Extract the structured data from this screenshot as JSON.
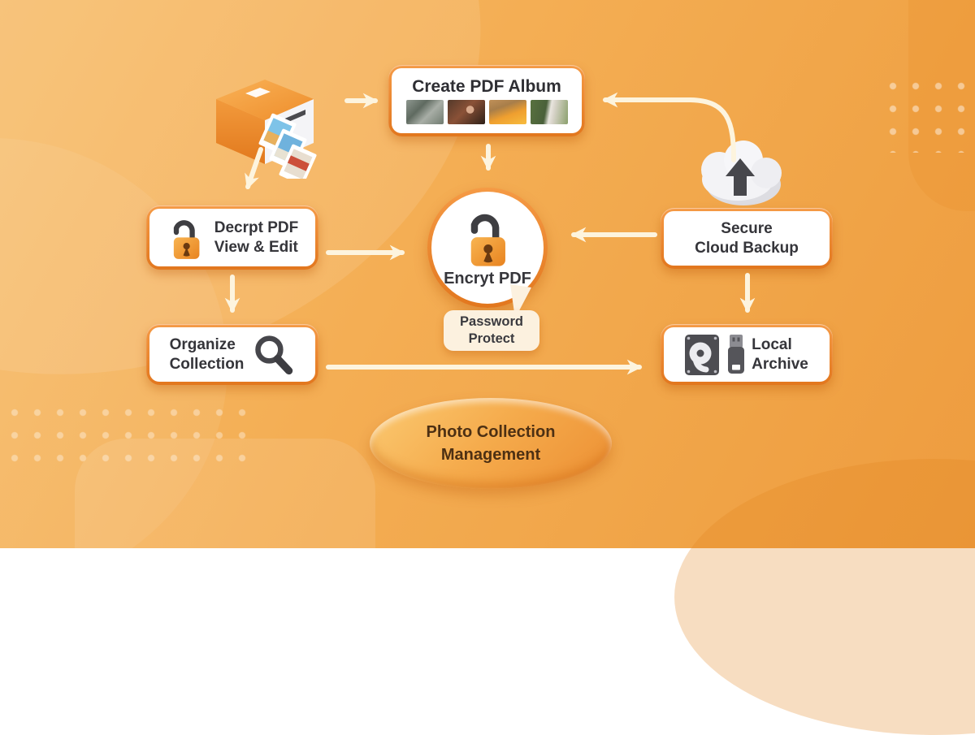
{
  "background": {
    "base_color": "#f3ab52",
    "accent_light": "#f9c887",
    "accent_dark": "#e98f2e"
  },
  "colors": {
    "box_border_orange": "#e9832b",
    "arrow_cream": "#fdf4de",
    "text_dark": "#36363b",
    "lock_body_orange": "#f0973a",
    "ellipse_text_brown": "#4d3013",
    "tooltip_cream": "#fcf1df"
  },
  "nodes": {
    "printer": {
      "icon": "printer-photos-icon"
    },
    "create_pdf_album": {
      "label": "Create PDF Album",
      "thumbnails": [
        "gallery-wall-photo",
        "people-indoor-photo",
        "orange-interior-photo",
        "greenhouse-photo"
      ]
    },
    "cloud_upload": {
      "icon": "cloud-upload-icon"
    },
    "decrypt_pdf": {
      "line1": "Decrpt PDF",
      "line2": "View & Edit",
      "icon": "open-padlock-icon"
    },
    "encrypt_pdf": {
      "label": "Encryt PDF",
      "icon": "open-padlock-icon"
    },
    "password_protect": {
      "line1": "Password",
      "line2": "Protect"
    },
    "secure_cloud_backup": {
      "line1": "Secure",
      "line2": "Cloud Backup"
    },
    "organize_collection": {
      "line1": "Organize",
      "line2": "Collection",
      "icon": "magnifier-icon"
    },
    "local_archive": {
      "line1": "Local",
      "line2": "Archive",
      "icons": [
        "hard-drive-icon",
        "usb-drive-icon"
      ]
    },
    "footer_ellipse": {
      "line1": "Photo Collection",
      "line2": "Management"
    }
  },
  "connections": [
    {
      "from": "printer",
      "to": "create_pdf_album"
    },
    {
      "from": "printer",
      "to": "decrypt_pdf"
    },
    {
      "from": "cloud_upload",
      "to": "create_pdf_album"
    },
    {
      "from": "create_pdf_album",
      "to": "encrypt_pdf"
    },
    {
      "from": "decrypt_pdf",
      "to": "encrypt_pdf"
    },
    {
      "from": "secure_cloud_backup",
      "to": "encrypt_pdf"
    },
    {
      "from": "decrypt_pdf",
      "to": "organize_collection"
    },
    {
      "from": "secure_cloud_backup",
      "to": "local_archive"
    },
    {
      "from": "organize_collection",
      "to": "local_archive"
    }
  ]
}
